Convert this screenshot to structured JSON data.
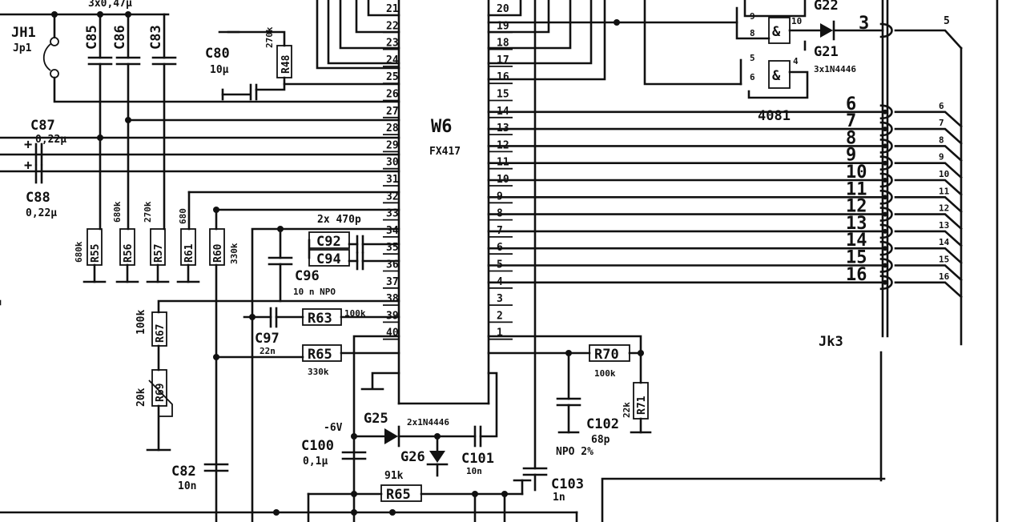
{
  "ic_main": {
    "ref": "W6",
    "part": "FX417",
    "pins_left": [
      "21",
      "22",
      "23",
      "24",
      "25",
      "26",
      "27",
      "28",
      "29",
      "30",
      "31",
      "32",
      "33",
      "34",
      "35",
      "36",
      "37",
      "38",
      "39",
      "40"
    ],
    "pins_right": [
      "20",
      "19",
      "18",
      "17",
      "16",
      "15",
      "14",
      "13",
      "12",
      "11",
      "10",
      "9",
      "8",
      "7",
      "6",
      "5",
      "4",
      "3",
      "2",
      "1"
    ]
  },
  "jumper": {
    "ref": "JH1",
    "label": "Jp1"
  },
  "caps": {
    "top_group_note": "3x0,47µ",
    "c85": "C85",
    "c86": "C86",
    "c83": "C83",
    "c80": "C80",
    "c80_val": "10µ",
    "c87": "C87",
    "c87_val": "0,22µ",
    "c88": "C88",
    "c88_val": "0,22µ",
    "c92": "C92",
    "c94": "C94",
    "c92_group": "2x 470p",
    "c96": "C96",
    "c96_val": "10 n NPO",
    "c97": "C97",
    "c97_val": "22n",
    "c82": "C82",
    "c82_val": "10n",
    "c100": "C100",
    "c100_val": "0,1µ",
    "c101": "C101",
    "c101_val": "10n",
    "c102": "C102",
    "c102_val": "68p",
    "c102_note": "NPO  2%",
    "c103": "C103",
    "c103_val": "1n"
  },
  "resistors": {
    "r48": "R48",
    "r48_val": "270k",
    "r55": "R55",
    "r55_val": "680k",
    "r56": "R56",
    "r56_val": "680k",
    "r57": "R57",
    "r57_val": "270k",
    "r61": "R61",
    "r61_val": "680",
    "r60": "R60",
    "r60_val": "330k",
    "r63": "R63",
    "r63_val": "100k",
    "r65a": "R65",
    "r65a_val": "330k",
    "r65b": "R65",
    "r65b_val": "91k",
    "r67": "R67",
    "r67_val": "100k",
    "r69": "R69",
    "r69_val": "20k",
    "r70": "R70",
    "r70_val": "100k",
    "r71": "R71",
    "r71_val": "22k"
  },
  "diodes": {
    "g25": "G25",
    "g26": "G26",
    "g25_note": "2x1N4446",
    "supply": "-6V",
    "g21": "G21",
    "g22": "G22",
    "g21_note": "3x1N4446"
  },
  "gates": {
    "ic": "4081",
    "amp": "&",
    "g1_pins": [
      "9",
      "8",
      "10"
    ],
    "g2_pins": [
      "5",
      "6",
      "4"
    ]
  },
  "connector": {
    "ref": "Jk3",
    "top_pins": [
      "3",
      "5"
    ],
    "pins": [
      "6",
      "7",
      "8",
      "9",
      "10",
      "11",
      "12",
      "13",
      "14",
      "15",
      "16"
    ]
  }
}
